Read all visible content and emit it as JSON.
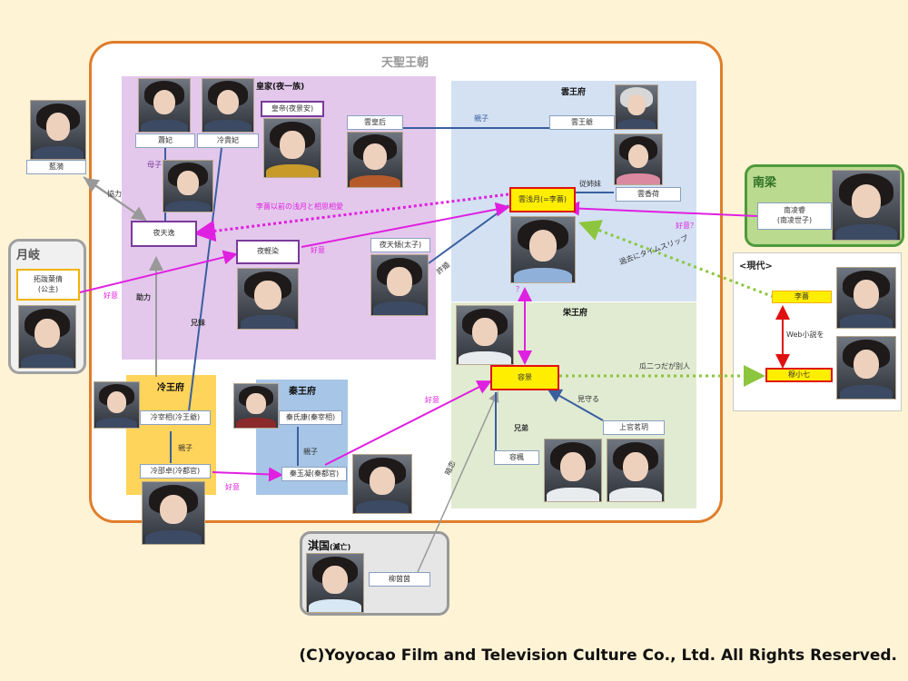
{
  "groups": {
    "dynasty": "天聖王朝",
    "imperial": "皇家(夜一族)",
    "yun": "雲王府",
    "rong": "栄王府",
    "leng": "冷王府",
    "qin": "秦王府",
    "yuezhi": "月岐",
    "nanliang": "南梁",
    "qi": "淇国",
    "qi_note": "(滅亡)",
    "modern": "<現代>"
  },
  "people": {
    "lanyi": "藍漪",
    "lanfei": "蕭妃",
    "lengguifei": "冷貴妃",
    "emperor": "皇帝(夜景安)",
    "yunhuanghou": "雲皇后",
    "yuntianyi": "夜天逸",
    "yeqingran": "夜軽染",
    "yetianqing": "夜天傾(太子)",
    "yunwangye": "雲王爺",
    "yunxiangling": "雲香荷",
    "yunqianyue": "雲浅月(=李薔)",
    "nanlingrui_1": "南凌睿",
    "nanlingrui_2": "(南凌世子)",
    "tuoba_1": "拓跋葉倩",
    "tuoba_2": "(公主)",
    "lengzaixiang": "冷宰相(冷王爺)",
    "lengshaozhuo": "冷邵卓(冷都官)",
    "qinshikang": "秦氏康(秦宰相)",
    "qinyuning": "秦玉凝(秦都官)",
    "rongjing": "容景",
    "rongfeng": "容楓",
    "shangguan": "上官茗玥",
    "liuyinyin": "柳茵茵",
    "liqiang": "李薔",
    "muxiaoqi": "穆小七"
  },
  "edge_labels": {
    "xieli": "協力",
    "muzi": "母子",
    "zhuli": "助力",
    "xiongmei": "兄妹",
    "haoyi_tuoba": "好意",
    "haoyi_yeqingran": "好意",
    "liqiang_memory": "李薔以前の浅月と相思相愛",
    "qinzi_yun": "親子",
    "congzimei": "従姉妹",
    "xuhun": "許婚",
    "haoyi_nanliang": "好意？",
    "timeslip": "過去にタイムスリップ",
    "question": "？",
    "qinzi_leng": "親子",
    "qinzi_qin": "親子",
    "haoyi_leng": "好意",
    "haoyi_qin": "好意",
    "xiongdi": "兄弟",
    "mishou": "見守る",
    "lookalike": "瓜二つだが別人",
    "webnovel": "Web小説を",
    "anzhong": "暗恋"
  },
  "colors": {
    "imperial_bg": "#e3c8ec",
    "yun_bg": "#d3e1f3",
    "rong_bg": "#e1ebd1",
    "leng_bg": "#ffd45a",
    "qin_bg": "#a7c6e7",
    "dynasty_border": "#e07d2a",
    "nanliang_bg": "#b9da8f",
    "nanliang_border": "#4f9a3a",
    "affection_arrow": "#e020e0",
    "timeslip_arrow": "#8cc63f",
    "kin_line": "#3a5fa0",
    "help_arrow": "#999999"
  },
  "footer": "(C)Yoyocao Film and Television Culture Co., Ltd. All Rights Reserved."
}
